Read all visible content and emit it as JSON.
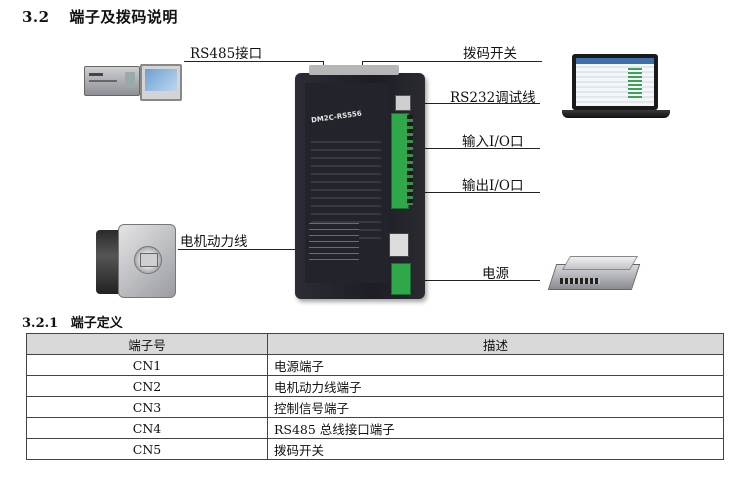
{
  "section": {
    "number": "3.2",
    "title": "端子及拨码说明"
  },
  "diagram": {
    "labels": {
      "rs485": "RS485接口",
      "dip": "拨码开关",
      "rs232": "RS232调试线",
      "input_io": "输入I/O口",
      "output_io": "输出I/O口",
      "motor_line": "电机动力线",
      "power": "电源"
    },
    "device": {
      "model": "DM2C-RS556"
    }
  },
  "subsection": {
    "number": "3.2.1",
    "title": "端子定义"
  },
  "table": {
    "headers": [
      "端子号",
      "描述"
    ],
    "rows": [
      {
        "terminal": "CN1",
        "desc": "电源端子"
      },
      {
        "terminal": "CN2",
        "desc": "电机动力线端子"
      },
      {
        "terminal": "CN3",
        "desc": "控制信号端子"
      },
      {
        "terminal": "CN4",
        "desc": "RS485 总线接口端子"
      },
      {
        "terminal": "CN5",
        "desc": "拨码开关"
      }
    ]
  }
}
